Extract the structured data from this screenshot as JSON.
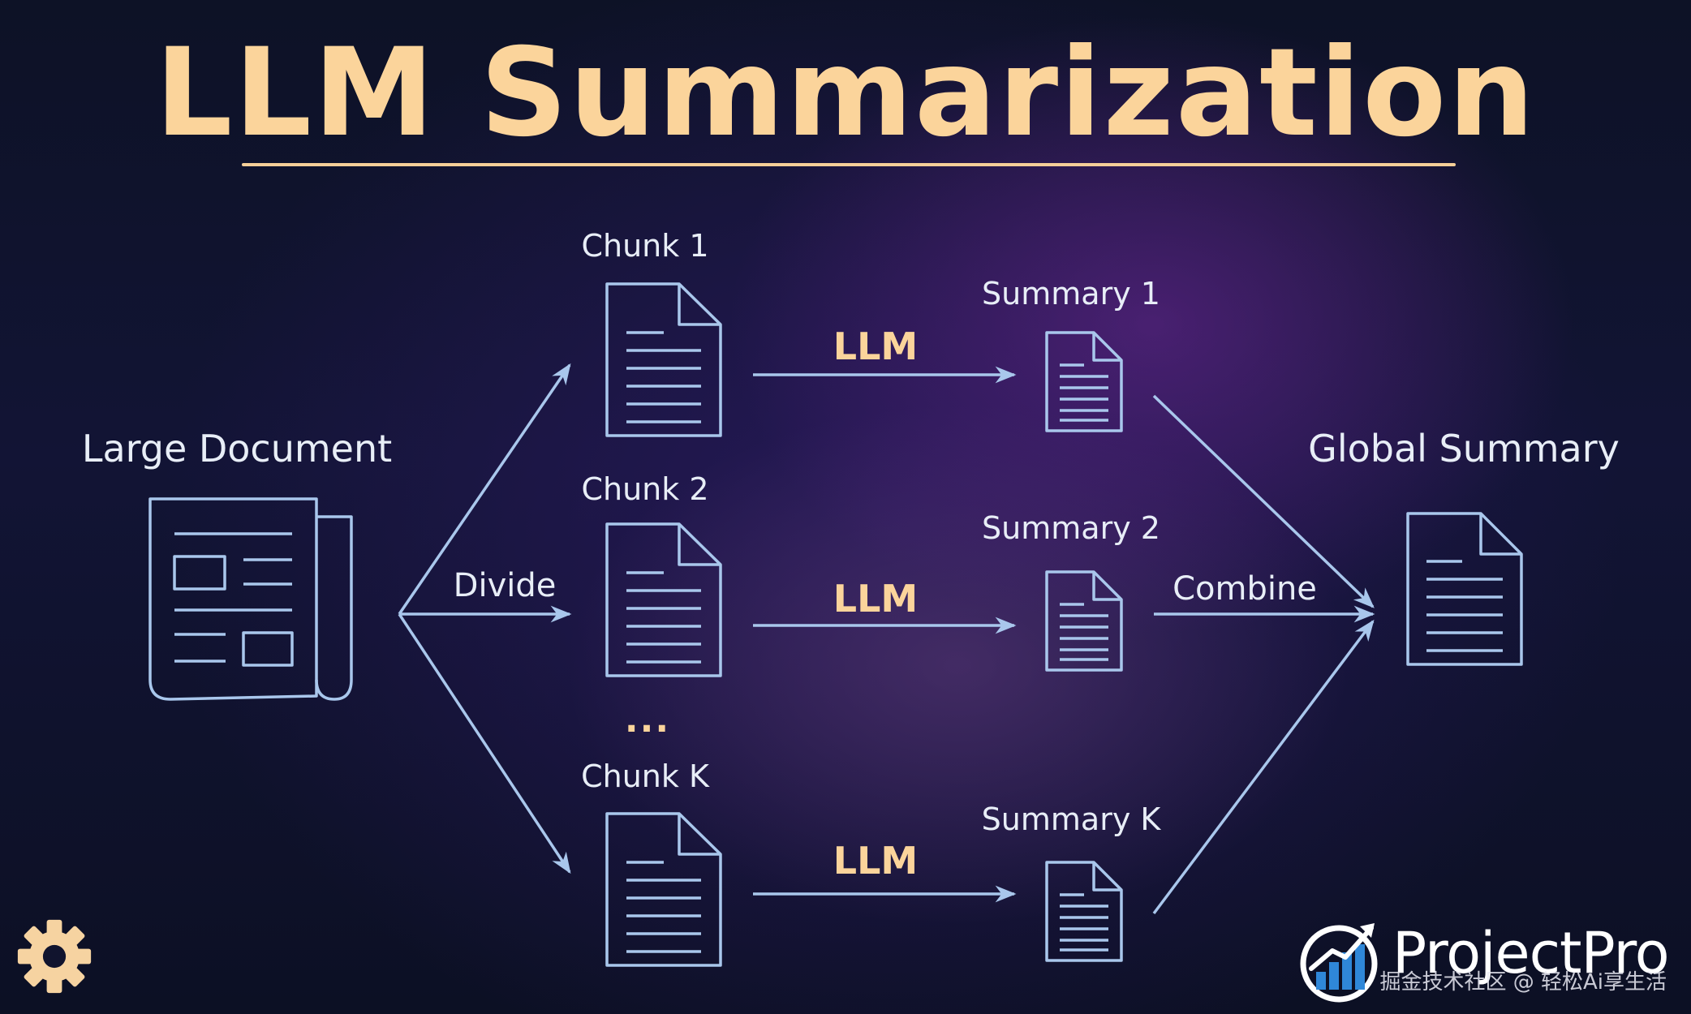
{
  "title": "LLM Summarization",
  "nodes": {
    "source": "Large Document",
    "chunk_1": "Chunk 1",
    "chunk_2": "Chunk 2",
    "chunk_k": "Chunk K",
    "chunk_ellipsis": "...",
    "summary_1": "Summary 1",
    "summary_2": "Summary 2",
    "summary_k": "Summary K",
    "global": "Global Summary"
  },
  "edges": {
    "divide": "Divide",
    "llm_1": "LLM",
    "llm_2": "LLM",
    "llm_k": "LLM",
    "combine": "Combine"
  },
  "brand": "ProjectPro",
  "watermark": "掘金技术社区 @ 轻松Ai享生活",
  "icons": {
    "settings": "gear-icon",
    "brand_logo": "bar-chart-logo-icon",
    "document": "document-icon",
    "newspaper": "newspaper-icon"
  },
  "colors": {
    "title": "#fbd49b",
    "accent_line": "#f5cf98",
    "icon_stroke": "#a9c7ec",
    "arrow": "#a9c7ec",
    "label": "#e8eef7",
    "llm_label": "#fbd49b",
    "background": "#10132f"
  }
}
